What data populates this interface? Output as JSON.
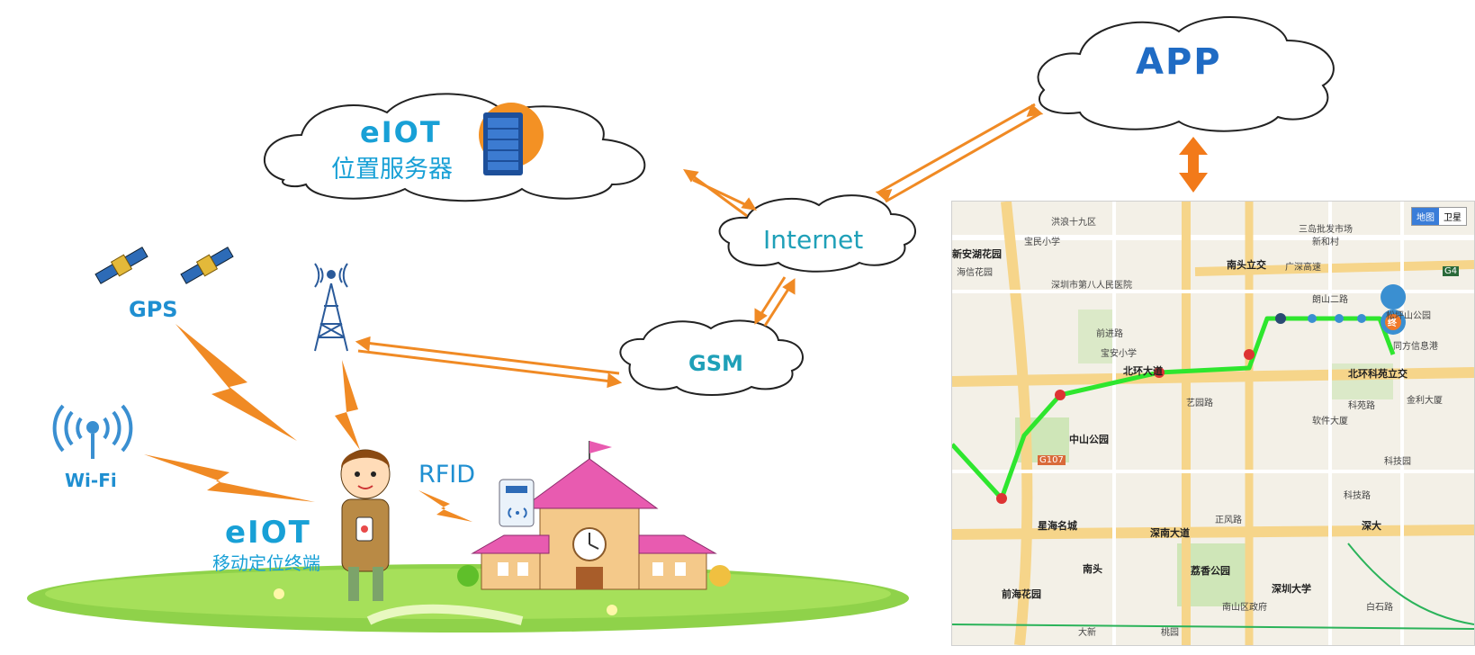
{
  "app": {
    "label": "APP"
  },
  "server": {
    "brand": "eIOT",
    "label": "位置服务器"
  },
  "internet": {
    "label": "Internet"
  },
  "gsm": {
    "label": "GSM"
  },
  "gps": {
    "label": "GPS"
  },
  "wifi": {
    "label": "Wi-Fi"
  },
  "rfid": {
    "label": "RFID"
  },
  "terminal": {
    "brand": "eIOT",
    "label": "移动定位终端"
  },
  "map": {
    "toggle": {
      "map": "地图",
      "satellite": "卫星"
    },
    "end_marker": "终",
    "places": [
      {
        "id": "nanshan-hospital",
        "text": "深圳市第八人民医院"
      },
      {
        "id": "hongyuan",
        "text": "洪浪十九区"
      },
      {
        "id": "baomin",
        "text": "宝民小学"
      },
      {
        "id": "xinan-lake",
        "text": "新安湖花园"
      },
      {
        "id": "haixin",
        "text": "海信花园"
      },
      {
        "id": "zhongshan-park",
        "text": "中山公园"
      },
      {
        "id": "xinghai",
        "text": "星海名城"
      },
      {
        "id": "qianhai",
        "text": "前海花园"
      },
      {
        "id": "nantou",
        "text": "南头"
      },
      {
        "id": "lizhi-park",
        "text": "荔香公园"
      },
      {
        "id": "shenzhen-univ",
        "text": "深圳大学"
      },
      {
        "id": "kejiyuan",
        "text": "科技园"
      },
      {
        "id": "nantoulijiao",
        "text": "南头立交"
      },
      {
        "id": "beihuanke",
        "text": "北环科苑立交"
      },
      {
        "id": "guangshen",
        "text": "广深高速"
      },
      {
        "id": "langshan",
        "text": "朗山二路"
      },
      {
        "id": "beihuan",
        "text": "北环大道"
      },
      {
        "id": "shennan",
        "text": "深南大道"
      },
      {
        "id": "shenda",
        "text": "深大"
      },
      {
        "id": "daxin",
        "text": "大新"
      },
      {
        "id": "taoyuan",
        "text": "桃园"
      },
      {
        "id": "zhengfeng",
        "text": "正风路"
      },
      {
        "id": "kejinan",
        "text": "科技路"
      },
      {
        "id": "g107",
        "text": "G107"
      },
      {
        "id": "g4",
        "text": "G4"
      },
      {
        "id": "tongfang",
        "text": "同方信息港"
      },
      {
        "id": "songpingshan",
        "text": "松坪山公园"
      },
      {
        "id": "jinli",
        "text": "金利大厦"
      },
      {
        "id": "ruanjian",
        "text": "软件大厦"
      },
      {
        "id": "nanshan-gov",
        "text": "南山区政府"
      },
      {
        "id": "keyuan-rd",
        "text": "科苑路"
      },
      {
        "id": "sanda",
        "text": "三岛批发市场"
      },
      {
        "id": "xinpingcun",
        "text": "新和村"
      },
      {
        "id": "yiyuan",
        "text": "艺园路"
      },
      {
        "id": "qianjin",
        "text": "前进路"
      },
      {
        "id": "baoan",
        "text": "宝安小学"
      },
      {
        "id": "baishi",
        "text": "白石路"
      }
    ]
  }
}
